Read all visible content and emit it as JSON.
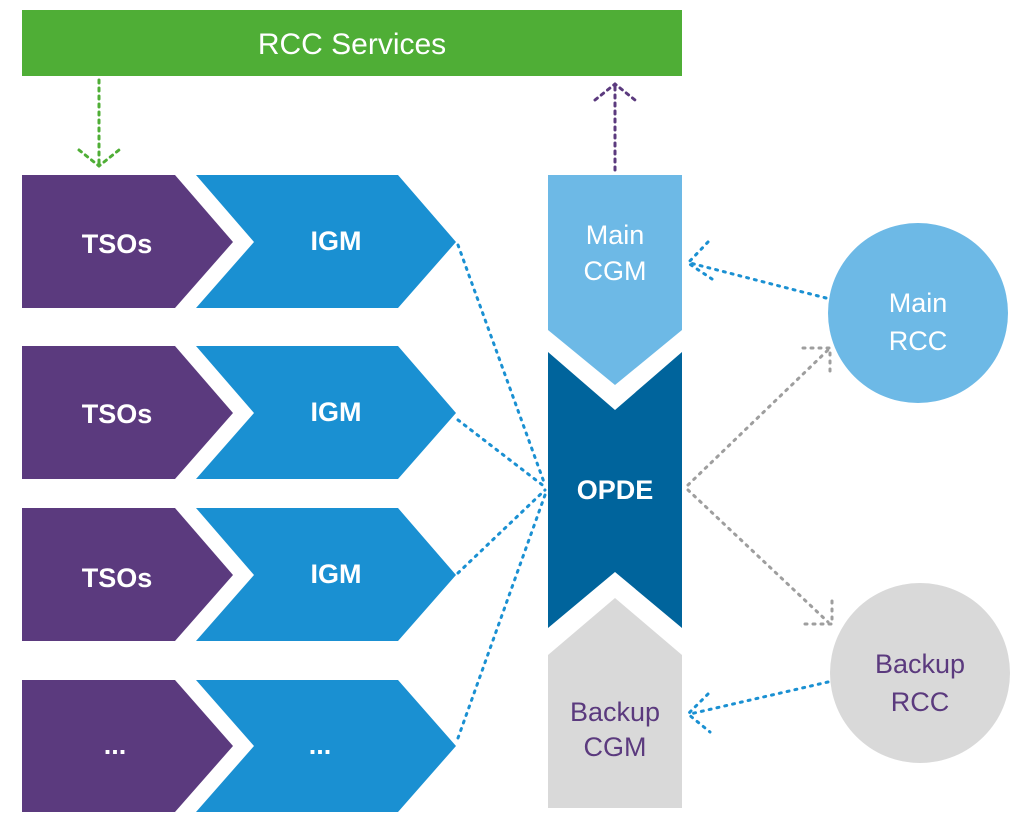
{
  "colors": {
    "green": "#4fae36",
    "purple": "#5b3a7e",
    "blue": "#1a90d2",
    "light_blue": "#6db9e6",
    "dark_blue": "#00649c",
    "grey": "#d9d9d9",
    "grey_arrow": "#9e9e9e",
    "white": "#ffffff",
    "dark_text": "#5b3a7e"
  },
  "header": {
    "title": "RCC Services"
  },
  "rows": [
    {
      "tso": "TSOs",
      "igm": "IGM"
    },
    {
      "tso": "TSOs",
      "igm": "IGM"
    },
    {
      "tso": "TSOs",
      "igm": "IGM"
    },
    {
      "tso": "...",
      "igm": "..."
    }
  ],
  "main_cgm": {
    "line1": "Main",
    "line2": "CGM"
  },
  "opde": {
    "label": "OPDE"
  },
  "backup_cgm": {
    "line1": "Backup",
    "line2": "CGM"
  },
  "main_rcc": {
    "line1": "Main",
    "line2": "RCC"
  },
  "backup_rcc": {
    "line1": "Backup",
    "line2": "RCC"
  }
}
